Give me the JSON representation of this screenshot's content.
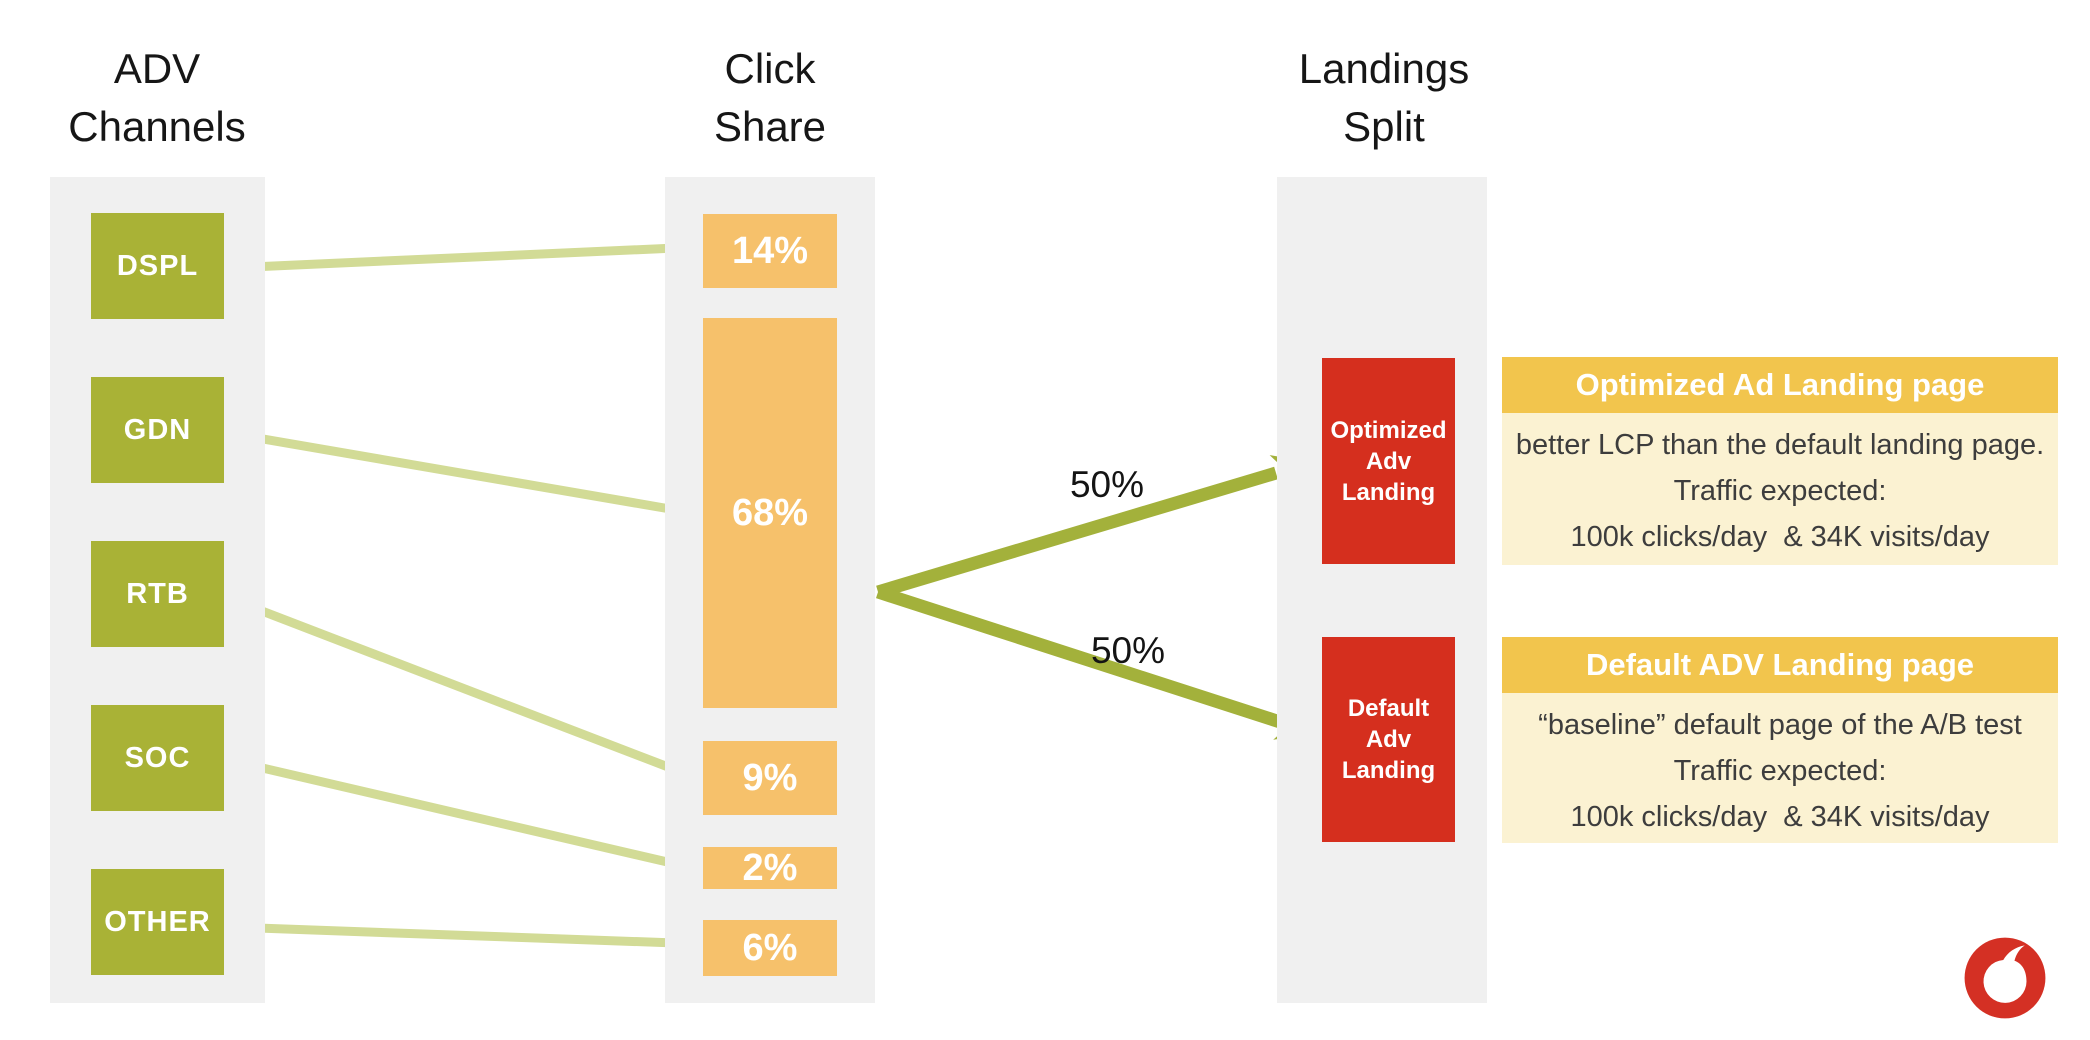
{
  "titles": {
    "adv": {
      "line1": "ADV",
      "line2": "Channels"
    },
    "click": {
      "line1": "Click",
      "line2": "Share"
    },
    "landings": {
      "line1": "Landings",
      "line2": "Split"
    }
  },
  "adv_channels": {
    "items": [
      {
        "label": "DSPL"
      },
      {
        "label": "GDN"
      },
      {
        "label": "RTB"
      },
      {
        "label": "SOC"
      },
      {
        "label": "OTHER"
      }
    ]
  },
  "click_share": {
    "items": [
      {
        "label": "14%"
      },
      {
        "label": "68%"
      },
      {
        "label": "9%"
      },
      {
        "label": "2%"
      },
      {
        "label": "6%"
      }
    ]
  },
  "landings": {
    "split_labels": [
      {
        "value": "50%"
      },
      {
        "value": "50%"
      }
    ],
    "boxes": [
      {
        "line1": "Optimized",
        "line2": "Adv",
        "line3": "Landing"
      },
      {
        "line1": "Default",
        "line2": "Adv",
        "line3": "Landing"
      }
    ]
  },
  "cards": [
    {
      "title": "Optimized Ad Landing page",
      "line1": "better LCP than the default landing page.",
      "line2": "Traffic expected:",
      "line3": "100k clicks/day  & 34K visits/day"
    },
    {
      "title": "Default ADV Landing page",
      "line1": "“baseline” default page of the A/B test",
      "line2": "Traffic expected:",
      "line3": "100k clicks/day  & 34K visits/day"
    }
  ],
  "logo": {
    "name": "vodafone-logo"
  },
  "colors": {
    "column_bg": "#f0f0f0",
    "channel_green": "#a9b236",
    "share_orange": "#f6c16b",
    "landing_red": "#d52f1e",
    "arrow_light": "#d2db96",
    "arrow_dark": "#a3b13b",
    "card_header_gold": "#f2c54d",
    "card_body_cream": "#fbf2d2",
    "title_text": "#161616",
    "body_text": "#3d3d3d"
  }
}
